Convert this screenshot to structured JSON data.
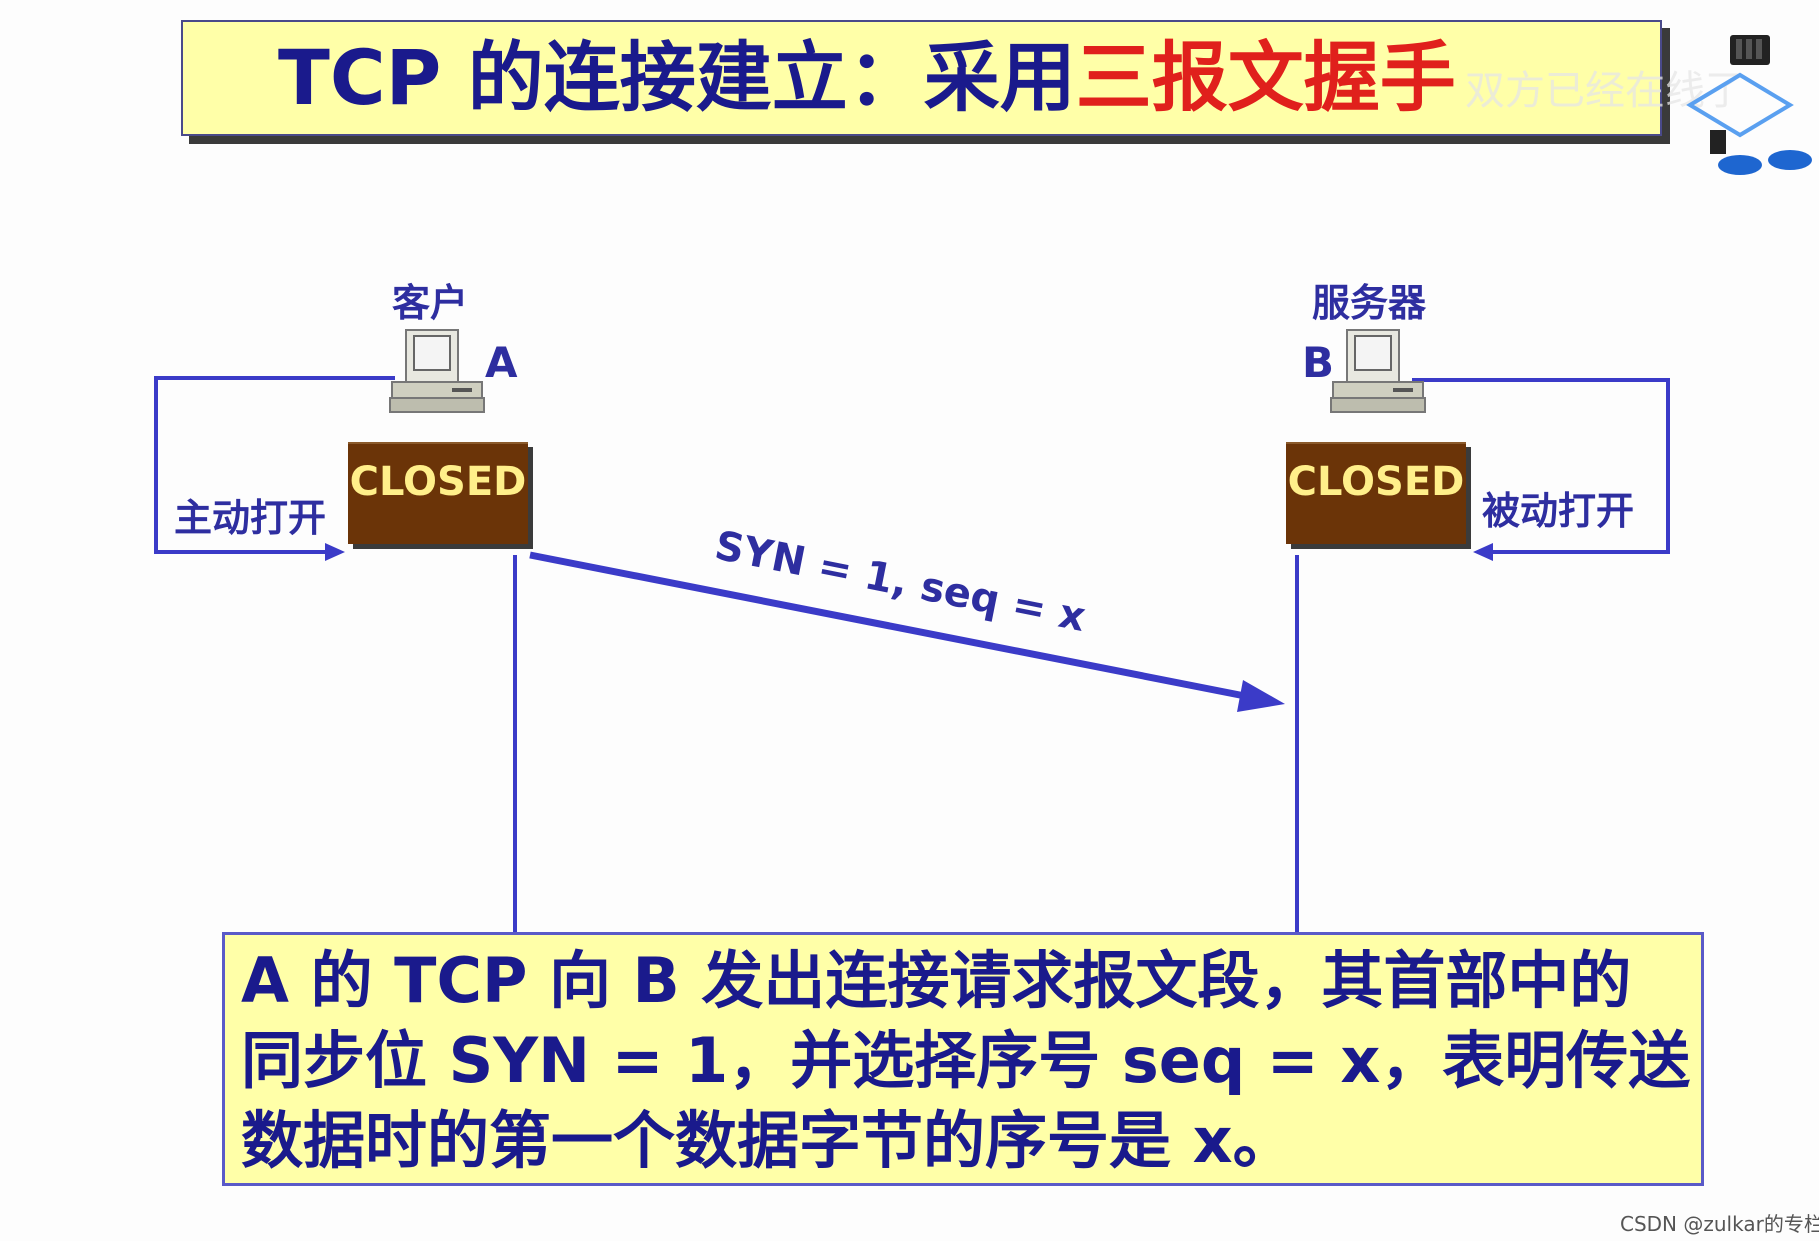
{
  "title": {
    "prefix": "TCP 的连接建立：采用",
    "highlight": "三报文握手",
    "watermark": "双方已经在线了"
  },
  "client": {
    "name": "客户",
    "letter": "A",
    "state": "CLOSED",
    "action": "主动打开"
  },
  "server": {
    "name": "服务器",
    "letter": "B",
    "state": "CLOSED",
    "action": "被动打开"
  },
  "message": {
    "label": "SYN = 1, seq = x"
  },
  "description": {
    "lines": [
      "A 的 TCP 向 B 发出连接请求报文段，其首部中的",
      "同步位 SYN = 1，并选择序号 seq = x，表明传送",
      "数据时的第一个数据字节的序号是 x。"
    ]
  },
  "credit": "CSDN @zulkar的专栏",
  "colors": {
    "line_blue": "#3b3bc8",
    "title_blue": "#1a1a8c",
    "highlight_red": "#e0201c",
    "box_yellow": "#ffffa8",
    "state_brown": "#6b3408",
    "state_text": "#ffef8a"
  }
}
